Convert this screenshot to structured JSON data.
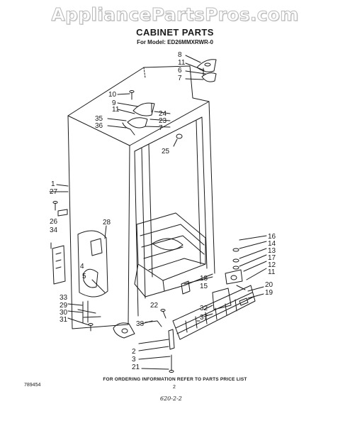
{
  "watermark": "AppliancePartsPros.com",
  "title": "CABINET PARTS",
  "model": "For Model: ED26MMXRWR-0",
  "callouts": [
    "8",
    "11",
    "6",
    "7",
    "10",
    "9",
    "11",
    "35",
    "36",
    "24",
    "23",
    "7",
    "25",
    "1",
    "27",
    "26",
    "34",
    "28",
    "4",
    "5",
    "33",
    "29",
    "30",
    "31",
    "22",
    "38",
    "2",
    "3",
    "21",
    "",
    "16",
    "14",
    "13",
    "17",
    "12",
    "11",
    "18",
    "15",
    "20",
    "19",
    "32",
    "37"
  ],
  "footer": {
    "ordering_note": "FOR ORDERING INFORMATION REFER TO PARTS PRICE LIST",
    "part_number": "789454",
    "page_number": "2",
    "hand_note": "620-2-2"
  }
}
